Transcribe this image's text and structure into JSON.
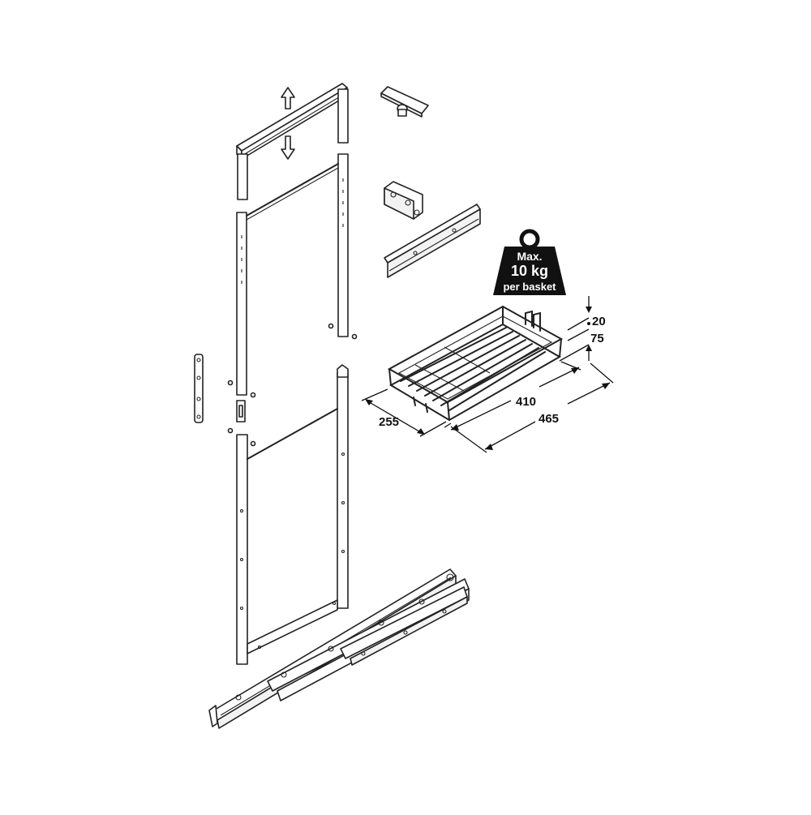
{
  "weight_label": {
    "line1": "Max.",
    "line2": "10 kg",
    "line3": "per basket"
  },
  "dimensions": {
    "height_top": "20",
    "height_total": "75",
    "width": "255",
    "inner_depth": "410",
    "outer_depth": "465"
  },
  "colors": {
    "line": "#222222",
    "weight_fill": "#111111",
    "background": "#ffffff"
  }
}
